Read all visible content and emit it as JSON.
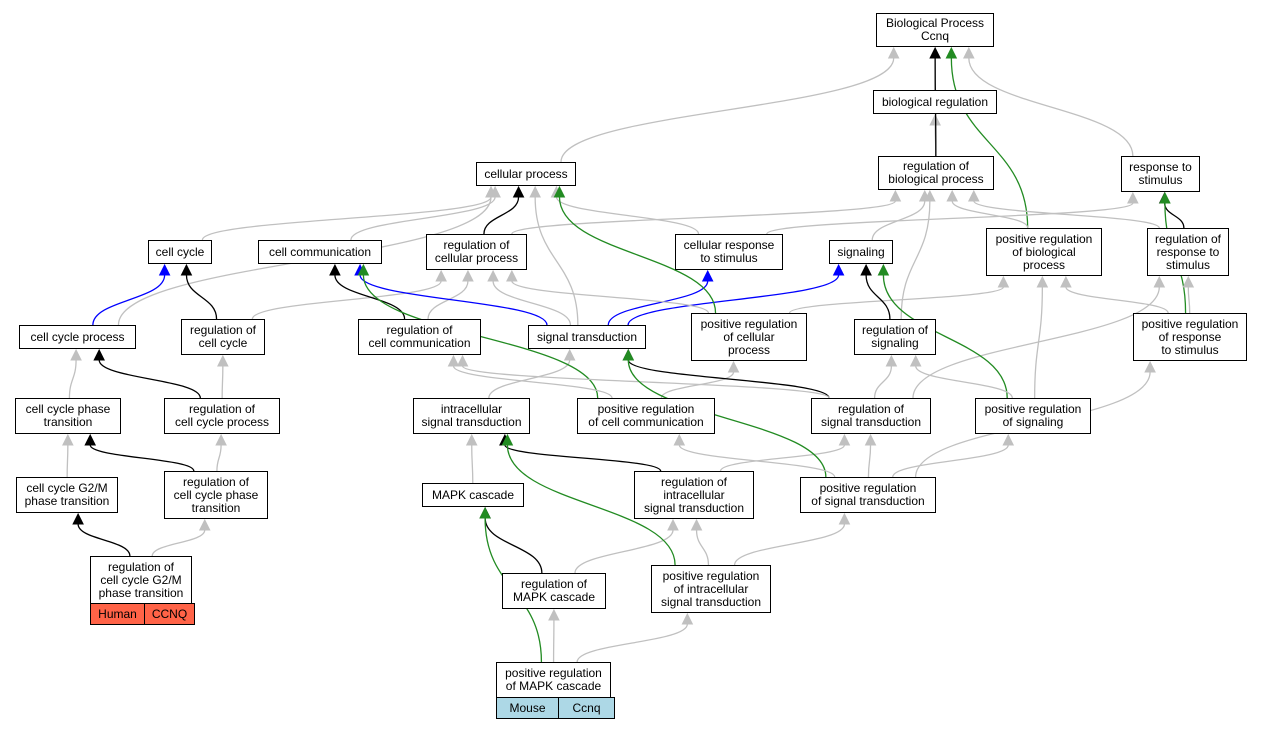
{
  "diagram": {
    "colors": {
      "is_a": "#c0c0c0",
      "regulates": "#000000",
      "negatively_regulates": "#0000ff",
      "positively_regulates": "#228b22",
      "human_tag": "#ff6347",
      "mouse_tag": "#add8e6"
    },
    "nodes": [
      {
        "id": "bp",
        "label": "Biological Process\nCcnq"
      },
      {
        "id": "bioreg",
        "label": "biological regulation"
      },
      {
        "id": "cellproc",
        "label": "cellular process"
      },
      {
        "id": "regbio",
        "label": "regulation of\nbiological process"
      },
      {
        "id": "resp",
        "label": "response to\nstimulus"
      },
      {
        "id": "cellcycle",
        "label": "cell cycle"
      },
      {
        "id": "cellcomm",
        "label": "cell communication"
      },
      {
        "id": "regcell",
        "label": "regulation of\ncellular process"
      },
      {
        "id": "cellresp",
        "label": "cellular response\nto stimulus"
      },
      {
        "id": "signaling",
        "label": "signaling"
      },
      {
        "id": "posregbio",
        "label": "positive regulation\nof biological\nprocess"
      },
      {
        "id": "regresp",
        "label": "regulation of\nresponse to\nstimulus"
      },
      {
        "id": "ccproc",
        "label": "cell cycle process"
      },
      {
        "id": "regcc",
        "label": "regulation of\ncell cycle"
      },
      {
        "id": "regcomm",
        "label": "regulation of\ncell communication"
      },
      {
        "id": "sigtrans",
        "label": "signal transduction"
      },
      {
        "id": "posregcell",
        "label": "positive regulation\nof cellular\nprocess"
      },
      {
        "id": "regsig",
        "label": "regulation of\nsignaling"
      },
      {
        "id": "posregresp",
        "label": "positive regulation\nof response\nto stimulus"
      },
      {
        "id": "ccpt",
        "label": "cell cycle phase\ntransition"
      },
      {
        "id": "regccproc",
        "label": "regulation of\ncell cycle process"
      },
      {
        "id": "intra",
        "label": "intracellular\nsignal transduction"
      },
      {
        "id": "posregcomm",
        "label": "positive regulation\nof cell communication"
      },
      {
        "id": "regsigtrans",
        "label": "regulation of\nsignal transduction"
      },
      {
        "id": "posregsig",
        "label": "positive regulation\nof signaling"
      },
      {
        "id": "g2m",
        "label": "cell cycle G2/M\nphase transition"
      },
      {
        "id": "regccpt",
        "label": "regulation of\ncell cycle phase\ntransition"
      },
      {
        "id": "mapk",
        "label": "MAPK cascade"
      },
      {
        "id": "regintra",
        "label": "regulation of\nintracellular\nsignal transduction"
      },
      {
        "id": "posregsigtrans",
        "label": "positive regulation\nof signal transduction"
      },
      {
        "id": "regg2m",
        "label": "regulation of\ncell cycle G2/M\nphase transition"
      },
      {
        "id": "regmapk",
        "label": "regulation of\nMAPK cascade"
      },
      {
        "id": "posregintra",
        "label": "positive regulation\nof intracellular\nsignal transduction"
      },
      {
        "id": "posregmapk",
        "label": "positive regulation\nof MAPK cascade"
      }
    ],
    "annotations": [
      {
        "node": "regg2m",
        "species": "Human",
        "gene": "CCNQ",
        "color": "#ff6347"
      },
      {
        "node": "posregmapk",
        "species": "Mouse",
        "gene": "Ccnq",
        "color": "#add8e6"
      }
    ],
    "edges": [
      {
        "from": "bioreg",
        "to": "bp",
        "type": "is_a"
      },
      {
        "from": "cellproc",
        "to": "bp",
        "type": "is_a"
      },
      {
        "from": "resp",
        "to": "bp",
        "type": "is_a"
      },
      {
        "from": "regbio",
        "to": "bioreg",
        "type": "is_a"
      },
      {
        "from": "regbio",
        "to": "bp",
        "type": "regulates"
      },
      {
        "from": "posregbio",
        "to": "bp",
        "type": "positively_regulates"
      },
      {
        "from": "posregbio",
        "to": "regbio",
        "type": "is_a"
      },
      {
        "from": "cellcycle",
        "to": "cellproc",
        "type": "is_a"
      },
      {
        "from": "cellcomm",
        "to": "cellproc",
        "type": "is_a"
      },
      {
        "from": "regcell",
        "to": "cellproc",
        "type": "regulates"
      },
      {
        "from": "regcell",
        "to": "regbio",
        "type": "is_a"
      },
      {
        "from": "cellresp",
        "to": "cellproc",
        "type": "is_a"
      },
      {
        "from": "cellresp",
        "to": "resp",
        "type": "is_a"
      },
      {
        "from": "signaling",
        "to": "regbio",
        "type": "is_a"
      },
      {
        "from": "regresp",
        "to": "regbio",
        "type": "is_a"
      },
      {
        "from": "regresp",
        "to": "resp",
        "type": "regulates"
      },
      {
        "from": "ccproc",
        "to": "cellproc",
        "type": "is_a"
      },
      {
        "from": "ccproc",
        "to": "cellcycle",
        "type": "negatively_regulates"
      },
      {
        "from": "regcc",
        "to": "cellcycle",
        "type": "regulates"
      },
      {
        "from": "regcc",
        "to": "regcell",
        "type": "is_a"
      },
      {
        "from": "regcomm",
        "to": "cellcomm",
        "type": "regulates"
      },
      {
        "from": "regcomm",
        "to": "regcell",
        "type": "is_a"
      },
      {
        "from": "sigtrans",
        "to": "cellproc",
        "type": "is_a"
      },
      {
        "from": "sigtrans",
        "to": "cellcomm",
        "type": "negatively_regulates"
      },
      {
        "from": "sigtrans",
        "to": "regcell",
        "type": "is_a"
      },
      {
        "from": "sigtrans",
        "to": "cellresp",
        "type": "negatively_regulates"
      },
      {
        "from": "sigtrans",
        "to": "signaling",
        "type": "negatively_regulates"
      },
      {
        "from": "posregcell",
        "to": "cellproc",
        "type": "positively_regulates"
      },
      {
        "from": "posregcell",
        "to": "regcell",
        "type": "is_a"
      },
      {
        "from": "posregcell",
        "to": "posregbio",
        "type": "is_a"
      },
      {
        "from": "regsig",
        "to": "signaling",
        "type": "regulates"
      },
      {
        "from": "regsig",
        "to": "regbio",
        "type": "is_a"
      },
      {
        "from": "posregresp",
        "to": "resp",
        "type": "positively_regulates"
      },
      {
        "from": "posregresp",
        "to": "regresp",
        "type": "is_a"
      },
      {
        "from": "posregresp",
        "to": "posregbio",
        "type": "is_a"
      },
      {
        "from": "ccpt",
        "to": "ccproc",
        "type": "is_a"
      },
      {
        "from": "regccproc",
        "to": "ccproc",
        "type": "regulates"
      },
      {
        "from": "regccproc",
        "to": "regcc",
        "type": "is_a"
      },
      {
        "from": "intra",
        "to": "sigtrans",
        "type": "is_a"
      },
      {
        "from": "posregcomm",
        "to": "cellcomm",
        "type": "positively_regulates"
      },
      {
        "from": "posregcomm",
        "to": "regcomm",
        "type": "is_a"
      },
      {
        "from": "posregcomm",
        "to": "posregcell",
        "type": "is_a"
      },
      {
        "from": "regsigtrans",
        "to": "sigtrans",
        "type": "regulates"
      },
      {
        "from": "regsigtrans",
        "to": "regsig",
        "type": "is_a"
      },
      {
        "from": "regsigtrans",
        "to": "regcomm",
        "type": "is_a"
      },
      {
        "from": "regsigtrans",
        "to": "regresp",
        "type": "is_a"
      },
      {
        "from": "posregsig",
        "to": "signaling",
        "type": "positively_regulates"
      },
      {
        "from": "posregsig",
        "to": "regsig",
        "type": "is_a"
      },
      {
        "from": "posregsig",
        "to": "posregbio",
        "type": "is_a"
      },
      {
        "from": "g2m",
        "to": "ccpt",
        "type": "is_a"
      },
      {
        "from": "regccpt",
        "to": "ccpt",
        "type": "regulates"
      },
      {
        "from": "regccpt",
        "to": "regccproc",
        "type": "is_a"
      },
      {
        "from": "mapk",
        "to": "intra",
        "type": "is_a"
      },
      {
        "from": "regintra",
        "to": "intra",
        "type": "regulates"
      },
      {
        "from": "regintra",
        "to": "regsigtrans",
        "type": "is_a"
      },
      {
        "from": "posregsigtrans",
        "to": "sigtrans",
        "type": "positively_regulates"
      },
      {
        "from": "posregsigtrans",
        "to": "regsigtrans",
        "type": "is_a"
      },
      {
        "from": "posregsigtrans",
        "to": "posregsig",
        "type": "is_a"
      },
      {
        "from": "posregsigtrans",
        "to": "posregresp",
        "type": "is_a"
      },
      {
        "from": "posregsigtrans",
        "to": "posregcomm",
        "type": "is_a"
      },
      {
        "from": "regg2m",
        "to": "g2m",
        "type": "regulates"
      },
      {
        "from": "regg2m",
        "to": "regccpt",
        "type": "is_a"
      },
      {
        "from": "regmapk",
        "to": "mapk",
        "type": "regulates"
      },
      {
        "from": "regmapk",
        "to": "regintra",
        "type": "is_a"
      },
      {
        "from": "posregintra",
        "to": "intra",
        "type": "positively_regulates"
      },
      {
        "from": "posregintra",
        "to": "regintra",
        "type": "is_a"
      },
      {
        "from": "posregintra",
        "to": "posregsigtrans",
        "type": "is_a"
      },
      {
        "from": "posregmapk",
        "to": "mapk",
        "type": "positively_regulates"
      },
      {
        "from": "posregmapk",
        "to": "regmapk",
        "type": "is_a"
      },
      {
        "from": "posregmapk",
        "to": "posregintra",
        "type": "is_a"
      }
    ]
  }
}
